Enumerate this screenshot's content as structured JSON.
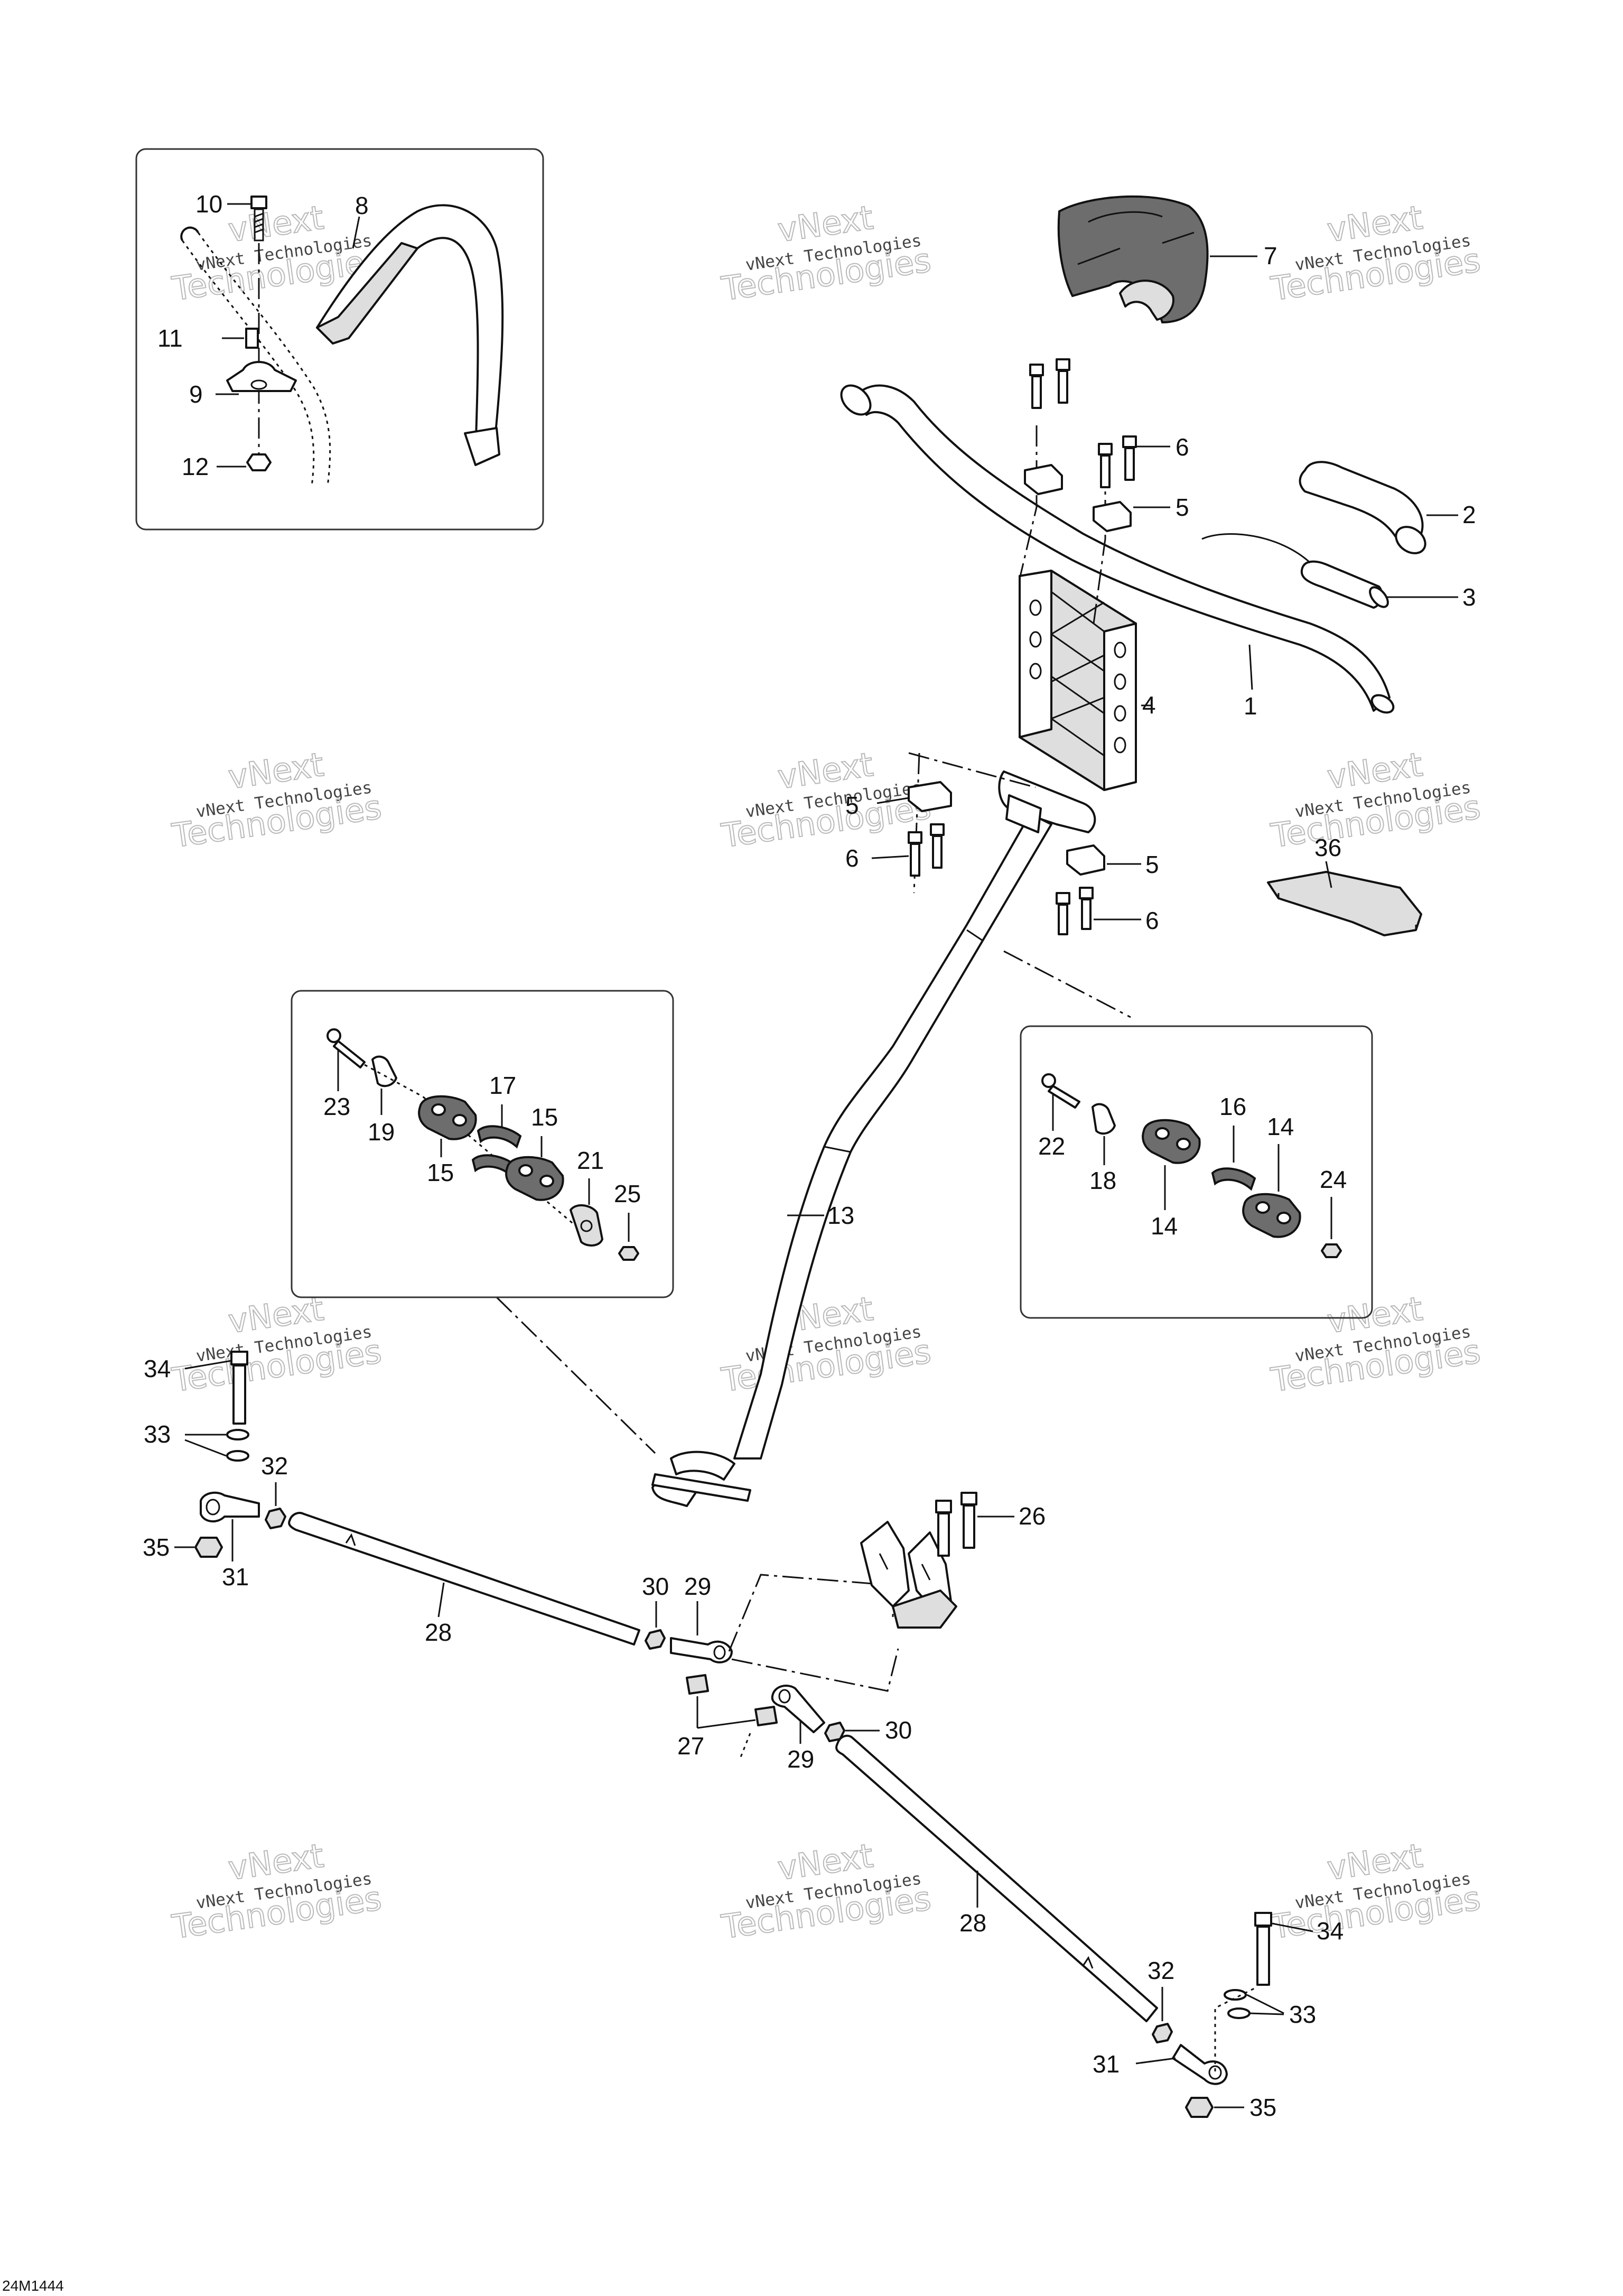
{
  "diagram_code": "24M1444",
  "watermark": {
    "line1": "vNext Technologies",
    "line2": "vNext",
    "line3": "Technologies"
  },
  "callouts": {
    "c1": "1",
    "c2": "2",
    "c3": "3",
    "c4": "4",
    "c5a": "5",
    "c5b": "5",
    "c5c": "5",
    "c6a": "6",
    "c6b": "6",
    "c6c": "6",
    "c7": "7",
    "c8": "8",
    "c9": "9",
    "c10": "10",
    "c11": "11",
    "c12": "12",
    "c13": "13",
    "c14a": "14",
    "c14b": "14",
    "c15a": "15",
    "c15b": "15",
    "c16": "16",
    "c17": "17",
    "c18": "18",
    "c19": "19",
    "c21": "21",
    "c22": "22",
    "c23": "23",
    "c24": "24",
    "c25": "25",
    "c26": "26",
    "c27": "27",
    "c28a": "28",
    "c28b": "28",
    "c29a": "29",
    "c29b": "29",
    "c30a": "30",
    "c30b": "30",
    "c31a": "31",
    "c31b": "31",
    "c32a": "32",
    "c32b": "32",
    "c33a": "33",
    "c33b": "33",
    "c34a": "34",
    "c34b": "34",
    "c35a": "35",
    "c35b": "35",
    "c36": "36"
  }
}
